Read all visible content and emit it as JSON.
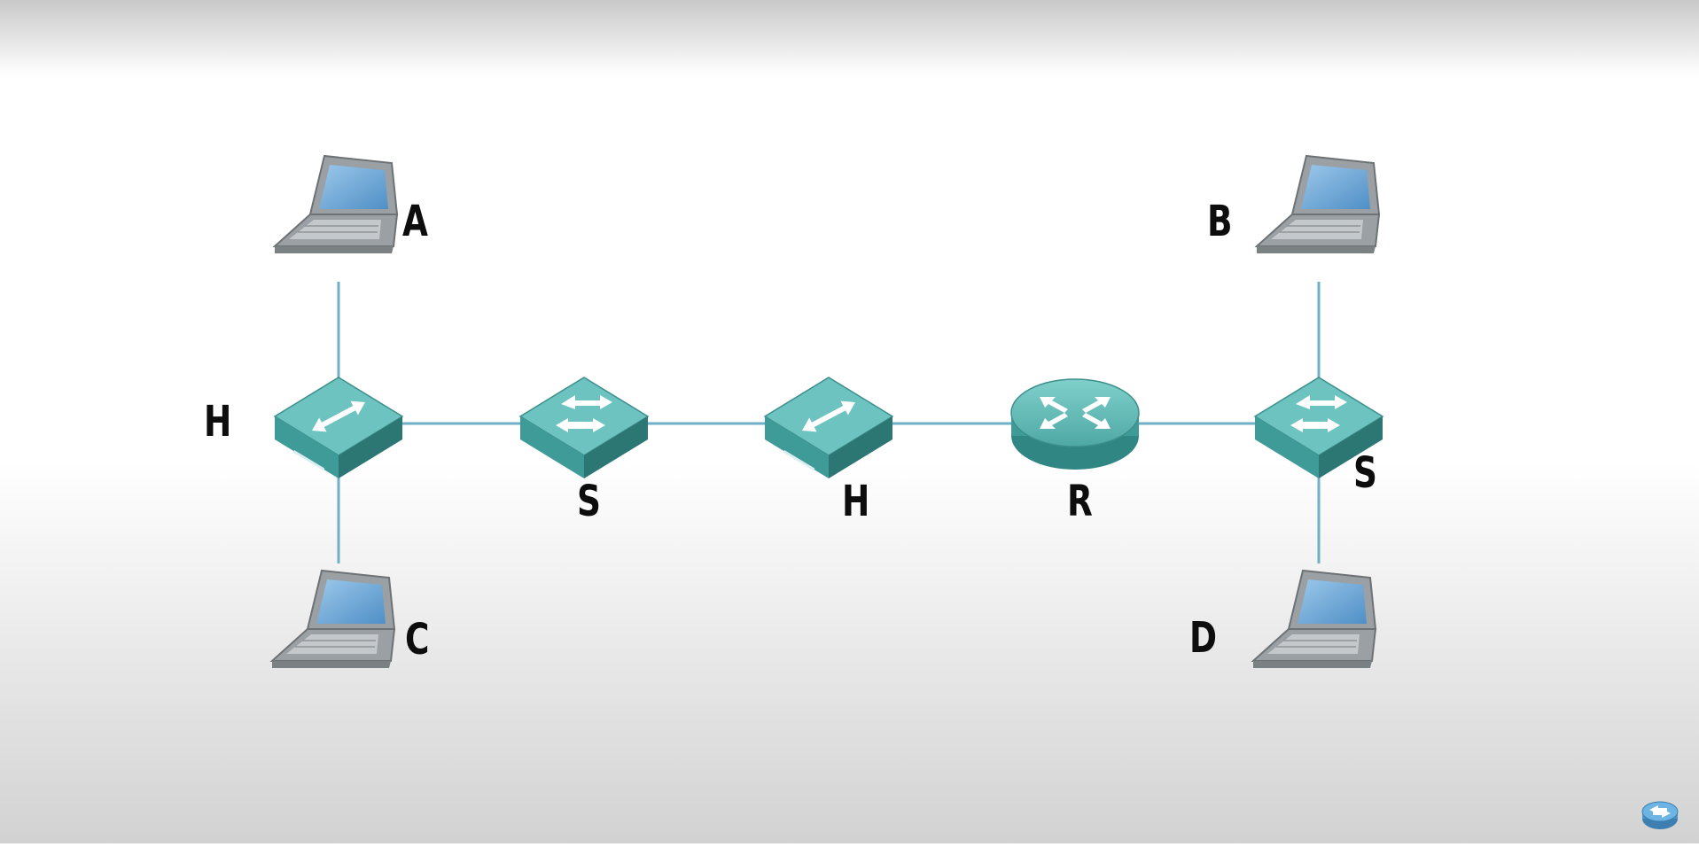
{
  "diagram": {
    "nodes": [
      {
        "id": "laptop-a",
        "kind": "laptop",
        "label": "A"
      },
      {
        "id": "laptop-b",
        "kind": "laptop",
        "label": "B"
      },
      {
        "id": "laptop-c",
        "kind": "laptop",
        "label": "C"
      },
      {
        "id": "laptop-d",
        "kind": "laptop",
        "label": "D"
      },
      {
        "id": "hub-left",
        "kind": "hub",
        "label": "H"
      },
      {
        "id": "switch-center",
        "kind": "switch",
        "label": "S"
      },
      {
        "id": "hub-center",
        "kind": "hub",
        "label": "H"
      },
      {
        "id": "router",
        "kind": "router",
        "label": "R"
      },
      {
        "id": "switch-right",
        "kind": "switch",
        "label": "S"
      }
    ],
    "links": [
      [
        "laptop-a",
        "hub-left"
      ],
      [
        "laptop-c",
        "hub-left"
      ],
      [
        "hub-left",
        "switch-center"
      ],
      [
        "switch-center",
        "hub-center"
      ],
      [
        "hub-center",
        "router"
      ],
      [
        "router",
        "switch-right"
      ],
      [
        "switch-right",
        "laptop-b"
      ],
      [
        "switch-right",
        "laptop-d"
      ]
    ]
  },
  "colors": {
    "device": "#3f9b98",
    "device_top": "#6cc3bf",
    "device_dark": "#2c7774",
    "link": "#6fb0c6",
    "screen": "#6da9d8",
    "laptop_body": "#8e9396"
  },
  "icons": {
    "corner": "router-logo-icon"
  }
}
